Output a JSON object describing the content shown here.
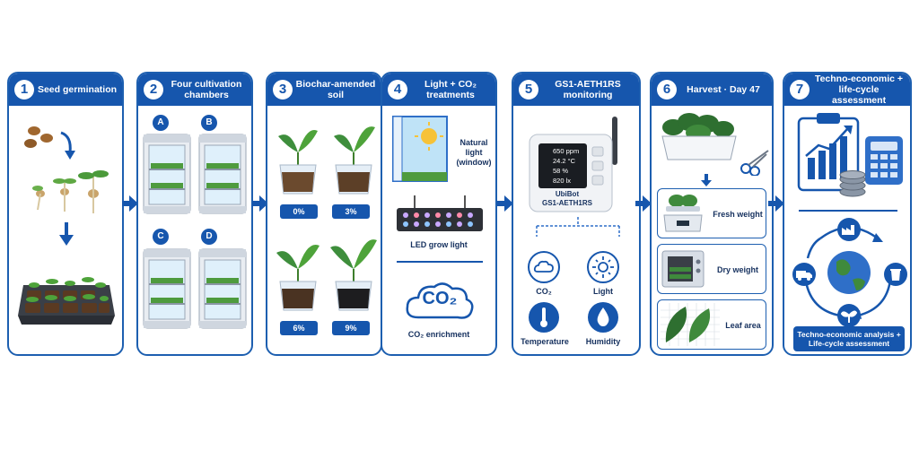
{
  "steps": [
    {
      "num": "1",
      "title": "Seed germination"
    },
    {
      "num": "2",
      "title": "Four cultivation chambers",
      "chambers": [
        "A",
        "B",
        "C",
        "D"
      ]
    },
    {
      "num": "3",
      "title": "Biochar-amended soil",
      "levels": [
        "0%",
        "3%",
        "6%",
        "9%"
      ]
    },
    {
      "num": "4",
      "title": "Light + CO₂ treatments",
      "natural": "Natural light (window)",
      "led": "LED grow light",
      "co2_cloud": "CO₂",
      "co2": "CO₂ enrichment"
    },
    {
      "num": "5",
      "title": "GS1-AETH1RS monitoring",
      "readings": [
        "650 ppm",
        "24.2 °C",
        "58 %",
        "820 lx"
      ],
      "brand": "UbiBot",
      "model": "GS1-AETH1RS",
      "sensors": [
        "CO₂",
        "Light",
        "Temperature",
        "Humidity"
      ]
    },
    {
      "num": "6",
      "title": "Harvest · Day 47",
      "measures": [
        "Fresh weight",
        "Dry weight",
        "Leaf area"
      ]
    },
    {
      "num": "7",
      "title": "Techno-economic + life-cycle assessment",
      "footer": "Techno-economic analysis + Life-cycle assessment"
    }
  ],
  "colors": {
    "primary": "#1656ad",
    "accent": "#2f6fc8",
    "plant": "#3e8e3c",
    "soil": "#6b4a2e"
  },
  "icons": [
    "seed-icon",
    "seedling-tray-icon",
    "grow-cabinet-icon",
    "pot-icon",
    "window-sun-icon",
    "led-panel-icon",
    "co2-cloud-icon",
    "sensor-device-icon",
    "cloud-icon",
    "sun-icon",
    "thermometer-icon",
    "droplet-icon",
    "crate-icon",
    "scissors-icon",
    "scale-icon",
    "oven-icon",
    "leaf-icon",
    "clipboard-chart-icon",
    "calculator-icon",
    "globe-icon",
    "factory-icon",
    "truck-icon",
    "recycle-icon"
  ]
}
